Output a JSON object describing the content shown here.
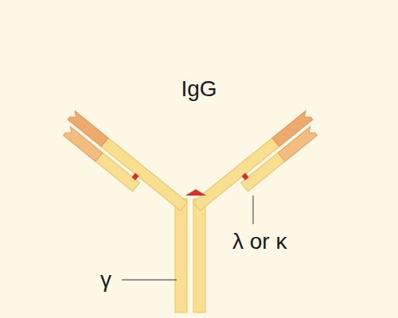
{
  "diagram": {
    "title": "IgG",
    "labels": [
      "λ or κ",
      "γ"
    ]
  }
}
